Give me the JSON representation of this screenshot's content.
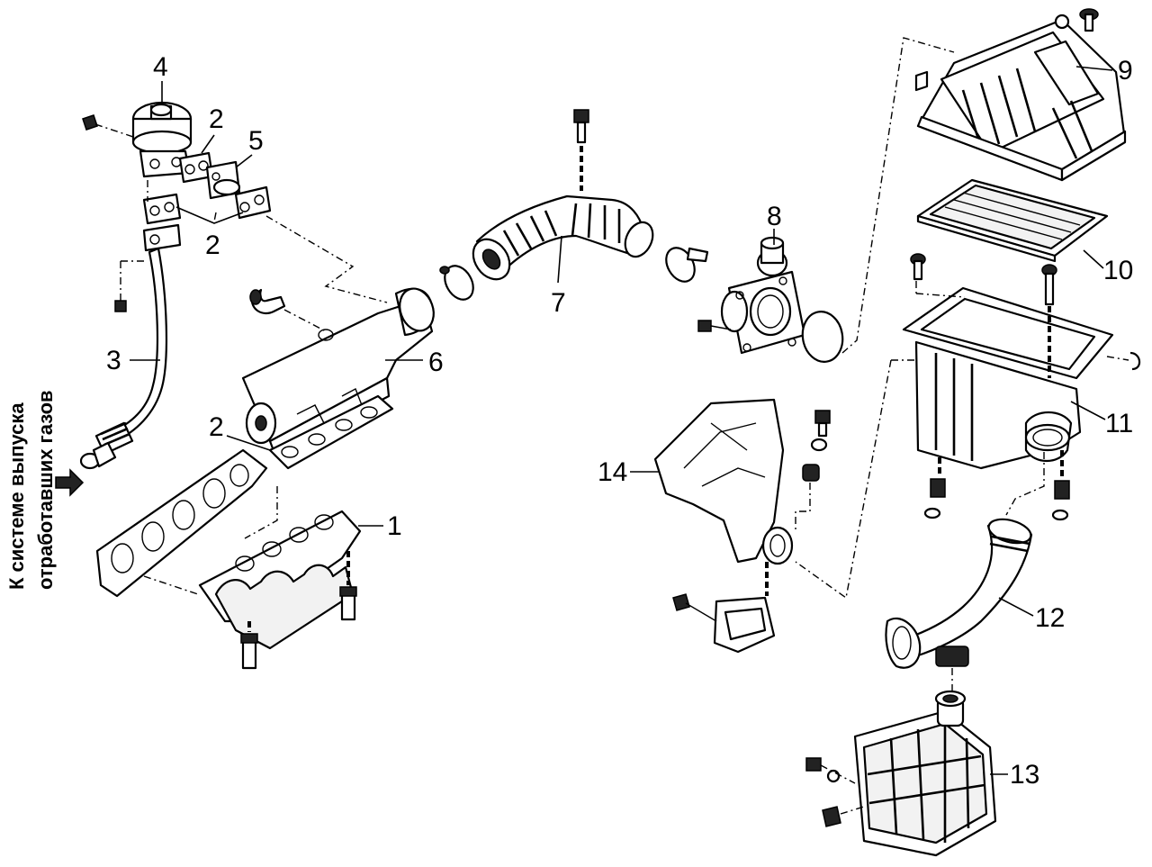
{
  "callouts": {
    "c1": "1",
    "c2a": "2",
    "c2b": "2",
    "c2c": "2",
    "c3": "3",
    "c4": "4",
    "c5": "5",
    "c6": "6",
    "c7": "7",
    "c8": "8",
    "c9": "9",
    "c10": "10",
    "c11": "11",
    "c12": "12",
    "c13": "13",
    "c14": "14"
  },
  "side_note": {
    "line1": "К системе выпуска",
    "line2": "отработавших газов"
  }
}
